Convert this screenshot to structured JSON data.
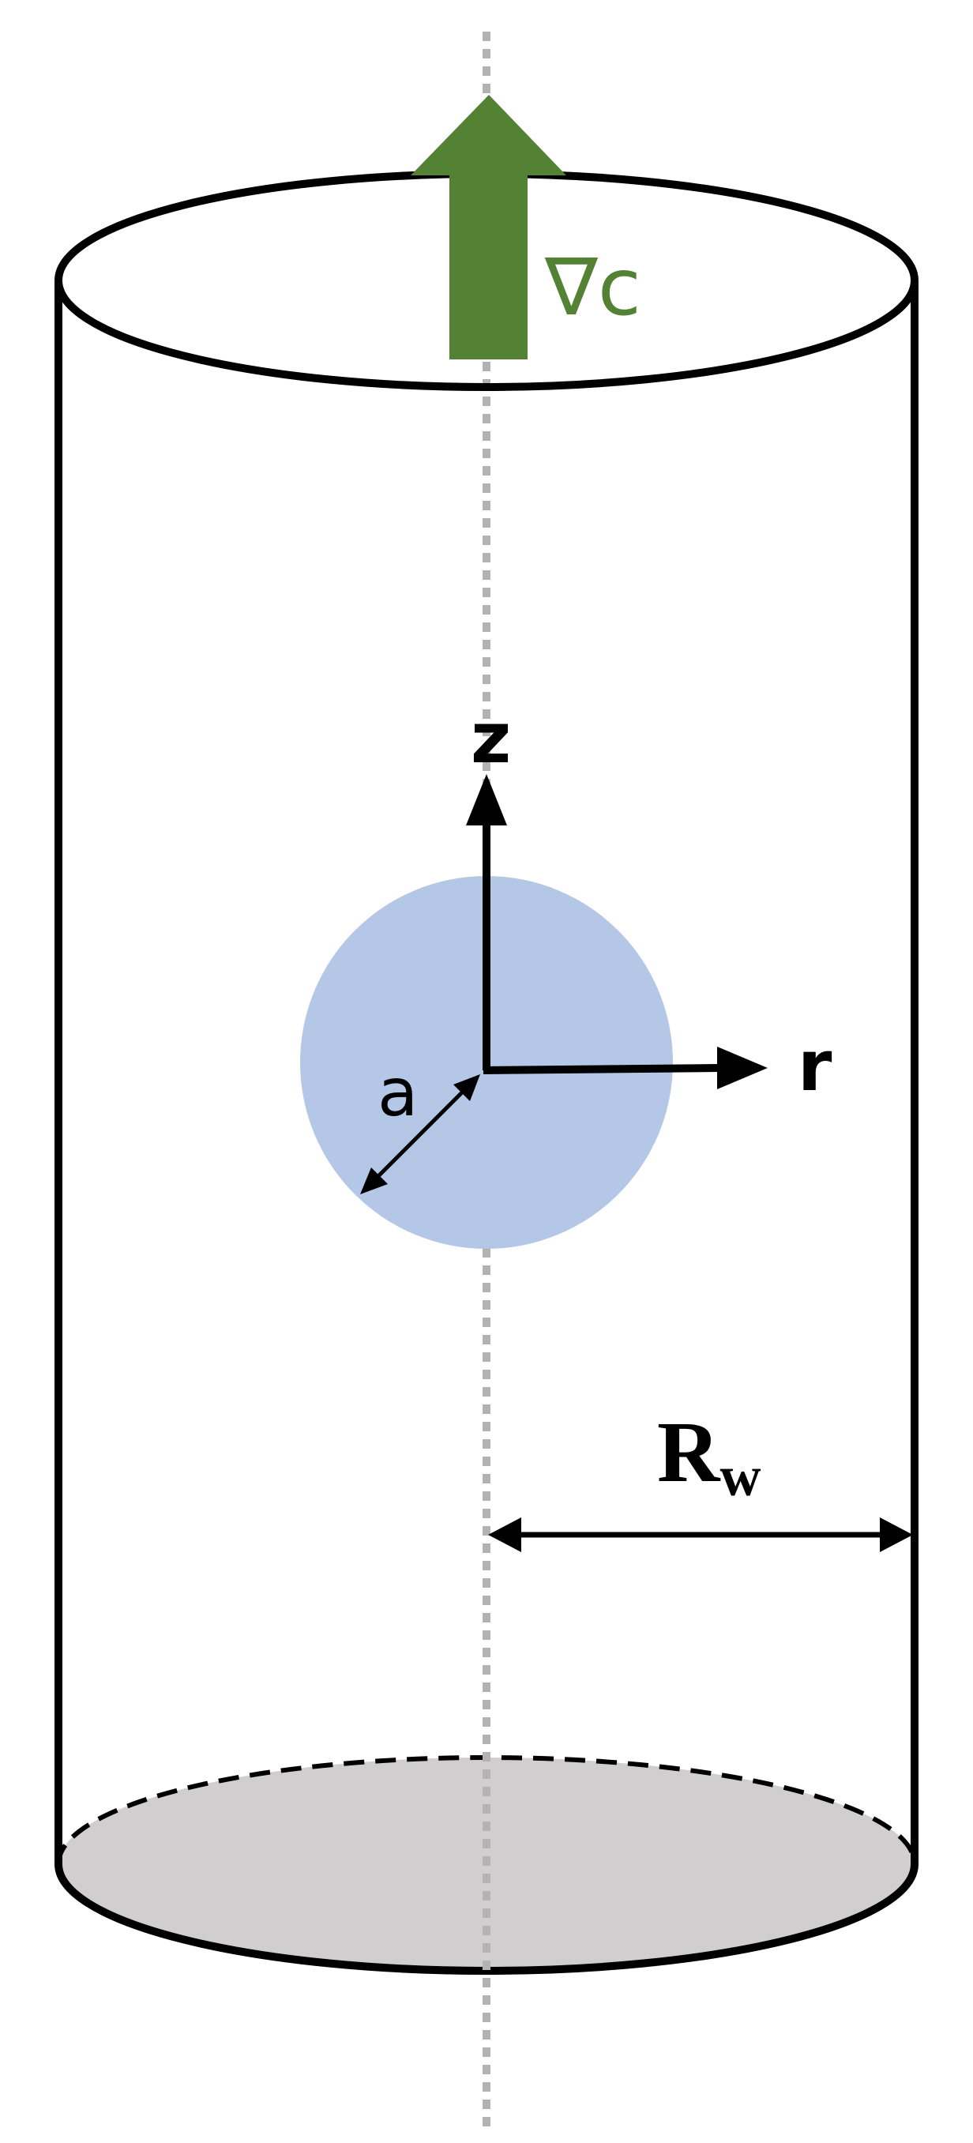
{
  "labels": {
    "gradient": "∇c",
    "z_axis": "z",
    "r_axis": "r",
    "radius_a": "a",
    "wall_radius_main": "R",
    "wall_radius_sub": "w"
  },
  "colors": {
    "outline": "#000000",
    "centerline": "#b3b3b3",
    "gradient_arrow": "#548235",
    "sphere_fill": "#b4c7e7",
    "bottom_fill": "#d0cece",
    "background": "#ffffff"
  },
  "icons": {
    "gradient_arrow": "up-arrow-icon"
  }
}
